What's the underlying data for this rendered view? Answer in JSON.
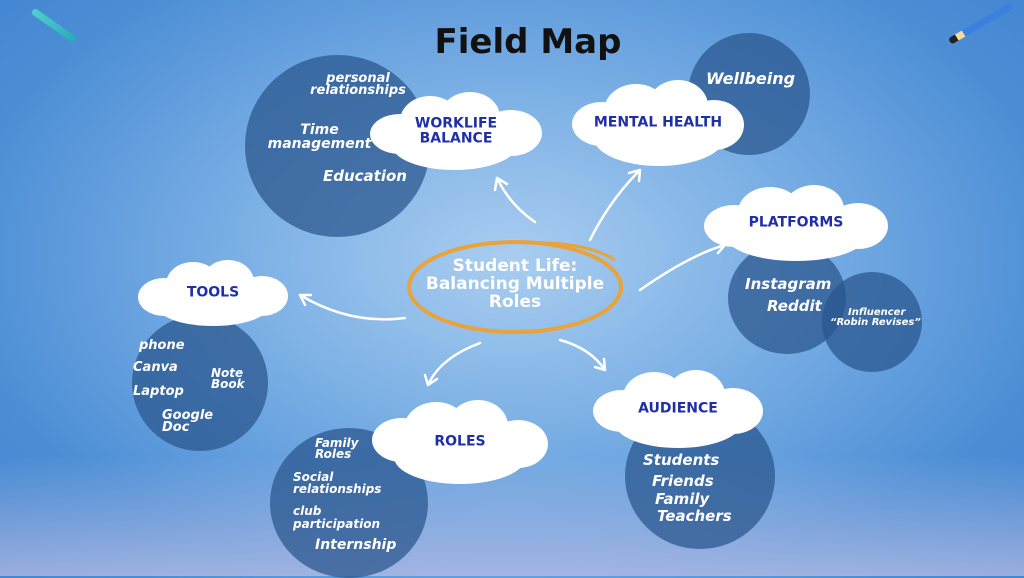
{
  "title": "Field Map",
  "center": {
    "label_line1": "Student Life:",
    "label_line2": "Balancing Multiple",
    "label_line3": "Roles"
  },
  "colors": {
    "cloud_text": "#1f2fa8",
    "circle": "#28558c",
    "center_ring": "#e8a33a"
  },
  "nodes": {
    "worklife": {
      "label_line1": "WORKLIFE",
      "label_line2": "BALANCE",
      "items": [
        "personal relationships",
        "Time management",
        "Education"
      ]
    },
    "mental_health": {
      "label": "MENTAL HEALTH",
      "items": [
        "Wellbeing"
      ]
    },
    "platforms": {
      "label": "PLATFORMS",
      "items": [
        "Instagram",
        "Reddit"
      ],
      "sub": {
        "line1": "Influencer",
        "line2": "“Robin Revises”"
      }
    },
    "tools": {
      "label": "TOOLS",
      "items": [
        "phone",
        "Canva",
        "Laptop",
        "Note Book",
        "Google Doc"
      ]
    },
    "roles": {
      "label": "ROLES",
      "items": [
        "Family Roles",
        "Social relationships",
        "club participation",
        "Internship"
      ]
    },
    "audience": {
      "label": "AUDIENCE",
      "items": [
        "Students",
        "Friends",
        "Family",
        "Teachers"
      ]
    }
  }
}
